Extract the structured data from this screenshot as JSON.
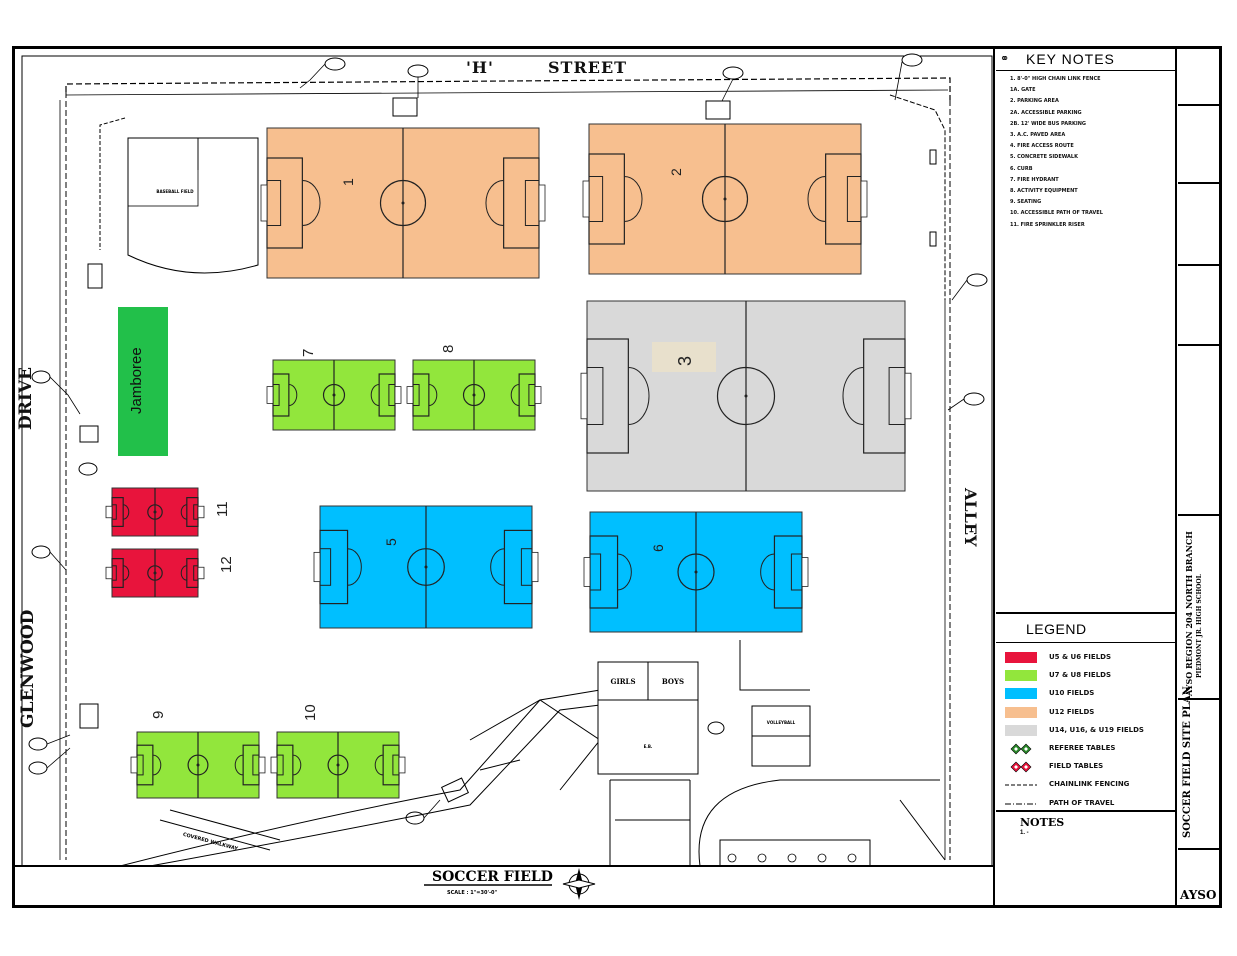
{
  "streets": {
    "top_h": "'H'",
    "top_street": "STREET",
    "left_drive": "DRIVE",
    "left_glenwood": "GLENWOOD",
    "right_alley": "ALLEY"
  },
  "fields": [
    {
      "id": "1",
      "label": "1",
      "color": "#f7bf8f"
    },
    {
      "id": "2",
      "label": "2",
      "color": "#f7bf8f"
    },
    {
      "id": "3",
      "label": "3",
      "color": "#d9d9d9"
    },
    {
      "id": "5",
      "label": "5",
      "color": "#00bfff"
    },
    {
      "id": "6",
      "label": "6",
      "color": "#00bfff"
    },
    {
      "id": "7",
      "label": "7",
      "color": "#92e63c"
    },
    {
      "id": "8",
      "label": "8",
      "color": "#92e63c"
    },
    {
      "id": "9",
      "label": "9",
      "color": "#92e63c"
    },
    {
      "id": "10",
      "label": "10",
      "color": "#92e63c"
    },
    {
      "id": "11",
      "label": "11",
      "color": "#e8143c"
    },
    {
      "id": "12",
      "label": "12",
      "color": "#e8143c"
    }
  ],
  "jamboree": {
    "label": "Jamboree",
    "color": "#22c04a"
  },
  "baseball_label": "BASEBALL FIELD",
  "key_notes": {
    "title": "KEY NOTES",
    "items": [
      "1.  8'-0\" HIGH CHAIN LINK FENCE",
      "1A. GATE",
      "2.  PARKING AREA",
      "2A. ACCESSIBLE PARKING",
      "2B. 12' WIDE BUS PARKING",
      "3.  A.C. PAVED AREA",
      "4.  FIRE ACCESS ROUTE",
      "5.  CONCRETE SIDEWALK",
      "6.  CURB",
      "7.  FIRE HYDRANT",
      "8.  ACTIVITY EQUIPMENT",
      "9.  SEATING",
      "10. ACCESSIBLE PATH OF TRAVEL",
      "11. FIRE SPRINKLER RISER"
    ]
  },
  "legend": {
    "title": "LEGEND",
    "items": [
      {
        "label": "U5 & U6 FIELDS",
        "color": "#e8143c",
        "kind": "swatch"
      },
      {
        "label": "U7 & U8 FIELDS",
        "color": "#92e63c",
        "kind": "swatch"
      },
      {
        "label": "U10 FIELDS",
        "color": "#00bfff",
        "kind": "swatch"
      },
      {
        "label": "U12 FIELDS",
        "color": "#f7bf8f",
        "kind": "swatch"
      },
      {
        "label": "U14, U16, & U19 FIELDS",
        "color": "#d9d9d9",
        "kind": "swatch"
      },
      {
        "label": "REFEREE TABLES",
        "color": "#2a8a2a",
        "kind": "diamond"
      },
      {
        "label": "FIELD TABLES",
        "color": "#e8143c",
        "kind": "diamond"
      },
      {
        "label": "CHAINLINK FENCING",
        "color": "#000000",
        "kind": "line"
      },
      {
        "label": "PATH OF TRAVEL",
        "color": "#000000",
        "kind": "line"
      }
    ]
  },
  "notes": {
    "title": "NOTES",
    "item": "1. -"
  },
  "title_block": {
    "project": "AYSO REGION 204 NORTH BRANCH",
    "school": "PIEDMONT JR. HIGH SCHOOL",
    "sheet_title": "SOCCER FIELD SITE PLAN",
    "logo": "AYSO"
  },
  "drawing_title": {
    "title": "SOCCER FIELD",
    "scale": "SCALE : 1\"=30'-0\""
  },
  "buildings": {
    "girls": "GIRLS",
    "boys": "BOYS",
    "volleyball": "VOLLEYBALL",
    "covered_walkway": "COVERED WALKWAY",
    "building_mark": "E.B."
  }
}
